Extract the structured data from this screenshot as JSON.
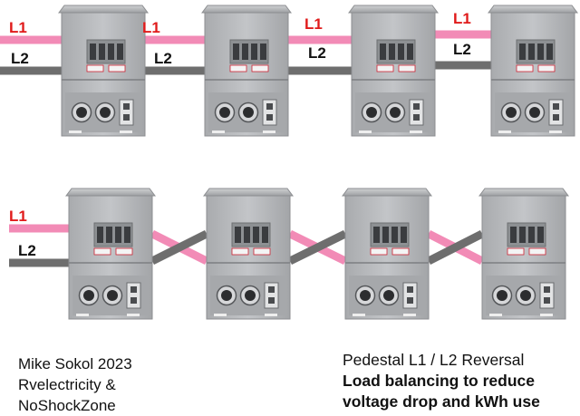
{
  "colors": {
    "l1": "#f28bb6",
    "l1_text": "#e01b1b",
    "l2": "#6e6e6e",
    "l2_text": "#111111",
    "panel": "#b7b9bc",
    "panel_dark": "#8c8e91"
  },
  "labels": {
    "l1": "L1",
    "l2": "L2"
  },
  "credit": {
    "line1": "Mike Sokol 2023",
    "line2": "Rvelectricity &",
    "line3": "NoShockZone"
  },
  "title": {
    "line1": "Pedestal L1 /  L2 Reversal",
    "line2": "Load balancing to reduce",
    "line3": "voltage drop and kWh use"
  },
  "rows": [
    {
      "wiring": "straight",
      "pedestals": 4
    },
    {
      "wiring": "crossed",
      "pedestals": 4
    }
  ]
}
